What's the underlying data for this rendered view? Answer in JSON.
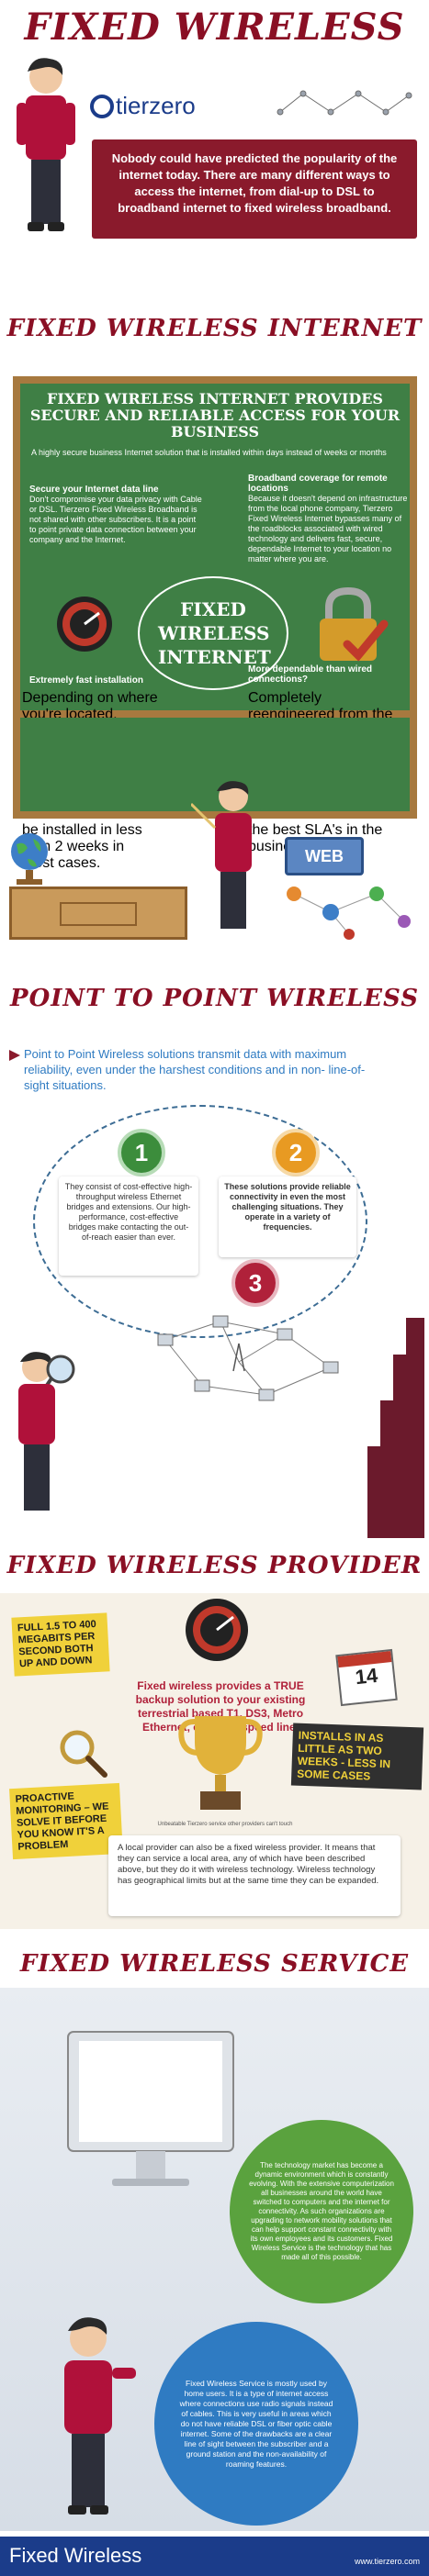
{
  "header": {
    "title": "FIXED WIRELESS",
    "brand": "tierzero",
    "intro": "Nobody could have predicted the popularity of the internet today. There are many different ways to access the internet, from dial-up to DSL to broadband internet to fixed wireless broadband."
  },
  "section_internet": {
    "title": "FIXED WIRELESS INTERNET",
    "board_title": "FIXED WIRELESS INTERNET PROVIDES SECURE AND RELIABLE ACCESS FOR YOUR BUSINESS",
    "board_sub": "A highly secure business Internet solution that is installed within days instead of weeks or months",
    "center_label": "FIXED WIRELESS INTERNET",
    "block1_title": "Secure your Internet data line",
    "block1_text": "Don't compromise your data privacy with Cable or DSL. Tierzero Fixed Wireless Broadband is not shared with other subscribers. It is a point to point private data connection between your company and the Internet.",
    "block2_title": "Broadband coverage for remote locations",
    "block2_text": "Because it doesn't depend on infrastructure from the local phone company, Tierzero Fixed Wireless Internet bypasses many of the roadblocks associated with wired technology and delivers fast, secure, dependable Internet to your location no matter where you are.",
    "block3_title": "Extremely fast installation",
    "block3_text": "Depending on where you're located, installing EoC or Fiber can take anywhere from a few weeks up to 3 months. Our wireless solution can be installed in less than 2 weeks in most cases.",
    "block4_title": "More dependable than wired connections?",
    "block4_text": "Completely reengineered from the ground up. Our wireless solution goes beyond T1, EoC and even Fiber to offer ultra low latency and guaranteed bandwidth with one of the best SLA's in the business.",
    "web_label": "WEB"
  },
  "section_p2p": {
    "title": "POINT TO POINT WIRELESS",
    "intro": "Point to Point Wireless solutions transmit data with maximum reliability, even under the harshest conditions and in non- line-of-sight situations.",
    "badge1": "1",
    "badge2": "2",
    "badge3": "3",
    "item1": "They consist of cost-effective high- throughput wireless Ethernet bridges and extensions. Our high- performance, cost-effective bridges make contacting the out-of-reach easier than ever.",
    "item2": "These solutions provide reliable connectivity in even the most challenging situations. They operate in a variety of frequencies."
  },
  "section_provider": {
    "title": "FIXED WIRELESS PROVIDER",
    "sticky1": "FULL 1.5 TO 400 MEGABITS PER SECOND BOTH UP AND DOWN",
    "headline": "Fixed wireless provides a TRUE backup solution to your existing terrestrial based T1, DS3, Metro Ethernet, etc. high speed line.",
    "calendar_day": "14",
    "sticky2": "INSTALLS IN AS LITTLE AS TWO WEEKS - LESS IN SOME CASES",
    "sticky3": "PROACTIVE MONITORING – WE SOLVE IT BEFORE YOU KNOW IT'S A PROBLEM",
    "trophy_caption": "Unbeatable Tierzero service other providers can't touch",
    "local_text": "A local provider can also be a fixed wireless provider. It means that they can service a local area, any of which have been described above, but they do it with wireless technology. Wireless technology has geographical limits but at the same time they can be expanded."
  },
  "section_service": {
    "title": "FIXED WIRELESS SERVICE",
    "green_text": "The technology market has become a dynamic environment which is constantly evolving. With the extensive computerization all businesses around the world have switched to computers and the internet for connectivity. As such organizations are upgrading to network mobility solutions that can help support constant connectivity with its own employees and its customers. Fixed Wireless Service is the technology that has made all of this possible.",
    "blue_text": "Fixed Wireless Service is mostly used by home users. It is a type of internet access where connections use radio signals instead of cables. This is very useful in areas which do not have reliable DSL or fiber optic cable internet. Some of the drawbacks are a clear line of sight between the subscriber and a ground station and the non-availability of roaming features."
  },
  "footer": {
    "left": "Fixed Wireless",
    "right": "www.tierzero.com"
  },
  "colors": {
    "title_red": "#8a0f24",
    "board_green": "#3f7f45",
    "brand_blue": "#1b3c8a",
    "sticky_yellow": "#f0d13a",
    "service_green": "#5aa23e",
    "service_blue": "#2f7bc2"
  }
}
